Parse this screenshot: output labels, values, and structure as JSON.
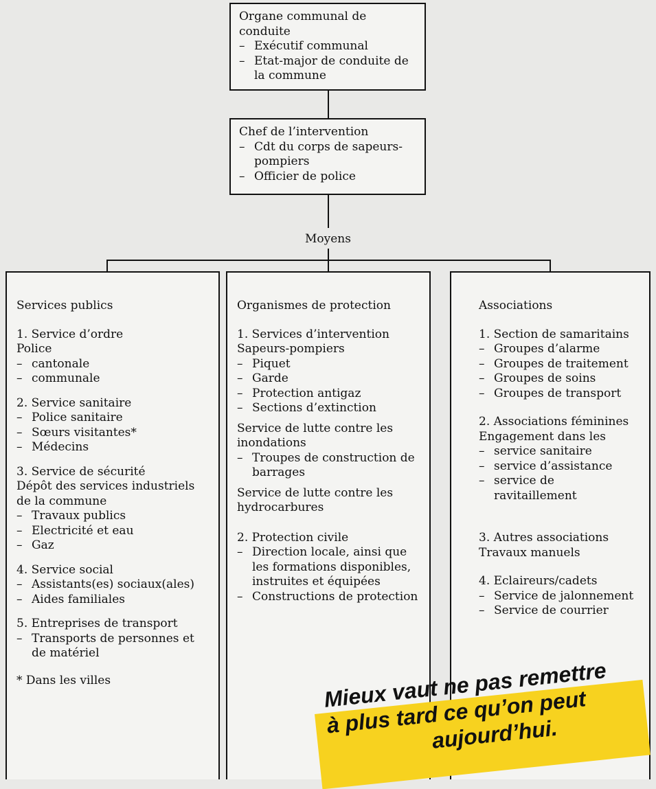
{
  "top_box": {
    "title": "Organe communal de conduite",
    "items": [
      "Exécutif communal",
      "Etat-major de conduite de la commune"
    ]
  },
  "chef_box": {
    "title": "Chef de l’intervention",
    "items": [
      "Cdt du corps de sapeurs-pompiers",
      "Officier de police"
    ]
  },
  "moyens_label": "Moyens",
  "col1": {
    "title": "Services publics",
    "groups": [
      {
        "head": "1. Service d’ordre",
        "sub": "Police",
        "items": [
          "cantonale",
          "communale"
        ]
      },
      {
        "head": "2. Service sanitaire",
        "sub": "",
        "items": [
          "Police sanitaire",
          "Sœurs visitantes*",
          "Médecins"
        ]
      },
      {
        "head": "3. Service de sécurité",
        "sub": "Dépôt des services industriels de la commune",
        "items": [
          "Travaux publics",
          "Electricité et eau",
          "Gaz"
        ]
      },
      {
        "head": "4. Service social",
        "sub": "",
        "items": [
          "Assistants(es) sociaux(ales)",
          "Aides familiales"
        ]
      },
      {
        "head": "5. Entreprises de transport",
        "sub": "",
        "items": [
          "Transports de personnes et de matériel"
        ]
      }
    ],
    "footnote": "* Dans les villes"
  },
  "col2": {
    "title": "Organismes de protection",
    "groups": [
      {
        "head": "1. Services d’intervention",
        "sub": "Sapeurs-pompiers",
        "items": [
          "Piquet",
          "Garde",
          "Protection antigaz",
          "Sections d’extinction"
        ]
      },
      {
        "head": "Service de lutte contre les inondations",
        "sub": "",
        "items": [
          "Troupes de construction de barrages"
        ]
      },
      {
        "head": "Service de lutte contre les hydrocarbures",
        "sub": "",
        "items": []
      },
      {
        "head": "2. Protection civile",
        "sub": "",
        "items": [
          "Direction locale, ainsi que les formations disponibles, instruites et équipées",
          "Constructions de protection"
        ]
      }
    ]
  },
  "col3": {
    "title": "Associations",
    "groups": [
      {
        "head": "1. Section de samaritains",
        "sub": "",
        "items": [
          "Groupes d’alarme",
          "Groupes de traitement",
          "Groupes de soins",
          "Groupes de transport"
        ]
      },
      {
        "head": "2. Associations féminines",
        "sub": "Engagement dans les",
        "items": [
          "service sanitaire",
          "service d’assistance",
          "service de ravitaillement"
        ]
      },
      {
        "head": "3. Autres associations",
        "sub": "Travaux manuels",
        "items": []
      },
      {
        "head": "4. Eclaireurs/cadets",
        "sub": "",
        "items": [
          "Service de jalonnement",
          "Service de courrier"
        ]
      }
    ]
  },
  "banner": {
    "line1": "Mieux vaut ne pas remettre",
    "line2": "à plus tard ce qu’on peut",
    "line3": "aujourd’hui."
  },
  "colors": {
    "paper": "#f4f4f2",
    "banner": "#f7d21f",
    "ink": "#111111"
  }
}
